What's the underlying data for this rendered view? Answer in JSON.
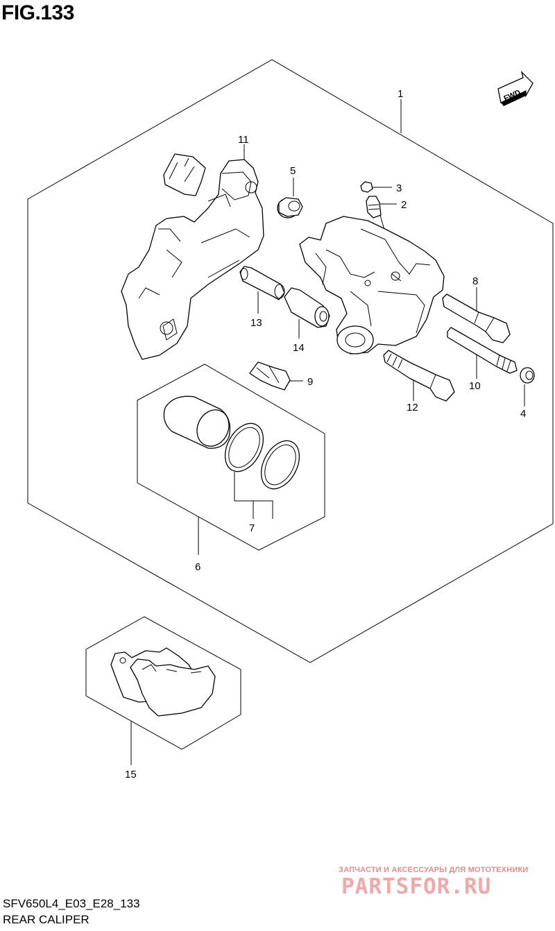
{
  "figure": {
    "title": "FIG.133",
    "code": "SFV650L4_E03_E28_133",
    "caption": "REAR CALIPER"
  },
  "direction_badge": "FWD",
  "callouts": [
    {
      "id": "1",
      "part": "caliper-assembly"
    },
    {
      "id": "2",
      "part": "bleeder-valve"
    },
    {
      "id": "3",
      "part": "bleeder-cap"
    },
    {
      "id": "4",
      "part": "pin-plug"
    },
    {
      "id": "5",
      "part": "boot"
    },
    {
      "id": "6",
      "part": "piston-seal-set"
    },
    {
      "id": "7",
      "part": "piston-seals"
    },
    {
      "id": "8",
      "part": "bolt-upper"
    },
    {
      "id": "9",
      "part": "pad-spring"
    },
    {
      "id": "10",
      "part": "pad-mounting-pin"
    },
    {
      "id": "11",
      "part": "caliper-holder"
    },
    {
      "id": "12",
      "part": "bolt-lower"
    },
    {
      "id": "13",
      "part": "slide-pin"
    },
    {
      "id": "14",
      "part": "slide-boot"
    },
    {
      "id": "15",
      "part": "brake-pad-set"
    }
  ],
  "watermark": {
    "subtitle": "ЗАПЧАСТИ И АКСЕССУАРЫ ДЛЯ МОТОТЕХНИКИ",
    "brand": "PARTSFOR.RU",
    "color": "#f0a8a8"
  }
}
